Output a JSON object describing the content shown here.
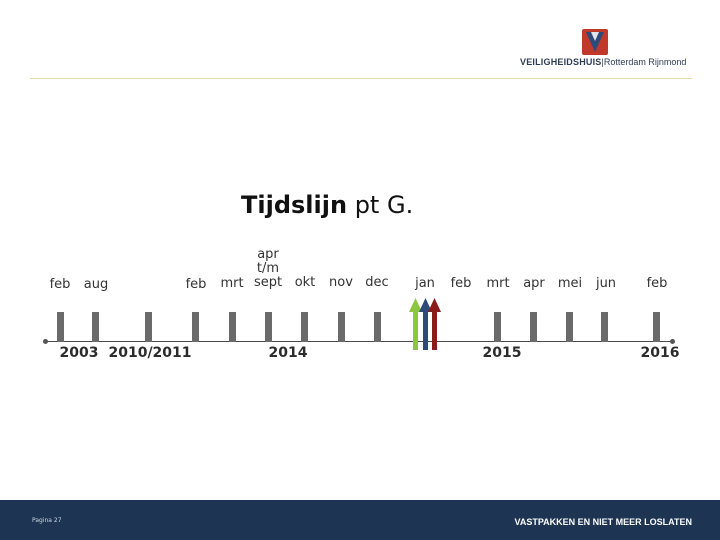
{
  "header": {
    "brand_bold": "VEILIGHEIDSHUIS",
    "brand_rest": "|Rotterdam Rijnmond",
    "logo_icon": "shield-v-logo",
    "logo_colors": [
      "#c0392b",
      "#2e4a7a"
    ]
  },
  "slide": {
    "title_strong": "Tijdslijn",
    "title_rest": " pt G."
  },
  "timeline": {
    "months": {
      "feb_2003": "feb",
      "aug_2003": "aug",
      "feb_2014": "feb",
      "mrt_2014": "mrt",
      "aprtm": "apr\nt/m",
      "sept_2014": "sept",
      "okt_2014": "okt",
      "nov_2014": "nov",
      "dec_2014": "dec",
      "jan_2015": "jan",
      "feb_2015": "feb",
      "mrt_2015": "mrt",
      "apr_2015": "apr",
      "mei_2015": "mei",
      "jun_2015": "jun",
      "feb_2016": "feb"
    },
    "years": {
      "y2003": "2003",
      "y2010": "2010/2011",
      "y2014": "2014",
      "y2015": "2015",
      "y2016": "2016"
    },
    "arrow_colors": [
      "#8dc63f",
      "#2e4a7a",
      "#8b1a1a"
    ]
  },
  "footer": {
    "page_label": "Pagina 27",
    "slogan": "VASTPAKKEN EN NIET MEER LOSLATEN"
  }
}
